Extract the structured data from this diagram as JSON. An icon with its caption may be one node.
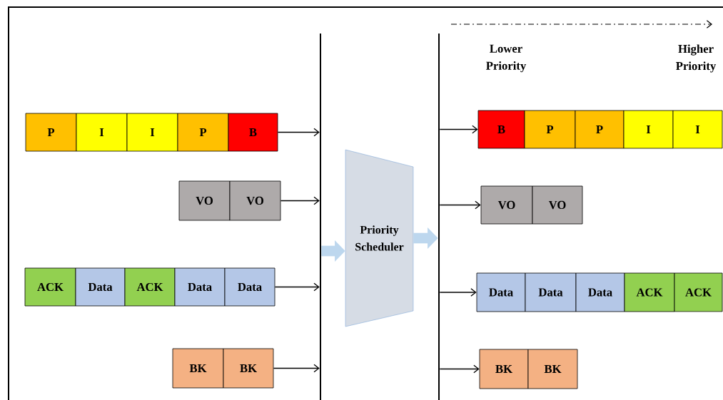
{
  "diagram": {
    "nodes": [
      {
        "text": [
          "P"
        ]
      },
      {
        "text": [
          "I"
        ]
      },
      {
        "text": [
          "I"
        ]
      },
      {
        "text": [
          "P"
        ]
      },
      {
        "text": [
          "B"
        ]
      },
      {
        "text": [
          "VO"
        ]
      },
      {
        "text": [
          "VO"
        ]
      },
      {
        "text": [
          "ACK"
        ]
      },
      {
        "text": [
          "Data"
        ]
      },
      {
        "text": [
          "ACK"
        ]
      },
      {
        "text": [
          "Data"
        ]
      },
      {
        "text": [
          "Data"
        ]
      },
      {
        "text": [
          "BK"
        ]
      },
      {
        "text": [
          "BK"
        ]
      },
      {
        "text": [],
        "shape": "bar"
      },
      {
        "text": [
          "Priority Scheduler"
        ]
      },
      {
        "text": [],
        "shape": "bar"
      },
      {
        "text": [
          "B"
        ]
      },
      {
        "text": [
          "P"
        ]
      },
      {
        "text": [
          "P"
        ]
      },
      {
        "text": [
          "I"
        ]
      },
      {
        "text": [
          "I"
        ]
      },
      {
        "text": [
          "VO"
        ]
      },
      {
        "text": [
          "VO"
        ]
      },
      {
        "text": [
          "Data"
        ]
      },
      {
        "text": [
          "Data"
        ]
      },
      {
        "text": [
          "Data"
        ]
      },
      {
        "text": [
          "ACK"
        ]
      },
      {
        "text": [
          "ACK"
        ]
      },
      {
        "text": [
          "BK"
        ]
      },
      {
        "text": [
          "BK"
        ]
      }
    ],
    "edges": [
      {
        "from": 4,
        "to": 14,
        "arrow": "to"
      },
      {
        "from": 6,
        "to": 14,
        "arrow": "to"
      },
      {
        "from": 11,
        "to": 14,
        "arrow": "to"
      },
      {
        "from": 13,
        "to": 14,
        "arrow": "to"
      },
      {
        "from": 14,
        "to": 15,
        "arrow": "to",
        "style": "thick",
        "color": "#bdd7ee"
      },
      {
        "from": 15,
        "to": 16,
        "arrow": "to",
        "style": "thick",
        "color": "#bdd7ee"
      },
      {
        "from": 16,
        "to": 17,
        "arrow": "to"
      },
      {
        "from": 16,
        "to": 22,
        "arrow": "to"
      },
      {
        "from": 16,
        "to": 24,
        "arrow": "to"
      },
      {
        "from": 16,
        "to": 29,
        "arrow": "to"
      }
    ],
    "labels": [
      "Lower Priority",
      "Higher Priority"
    ]
  }
}
